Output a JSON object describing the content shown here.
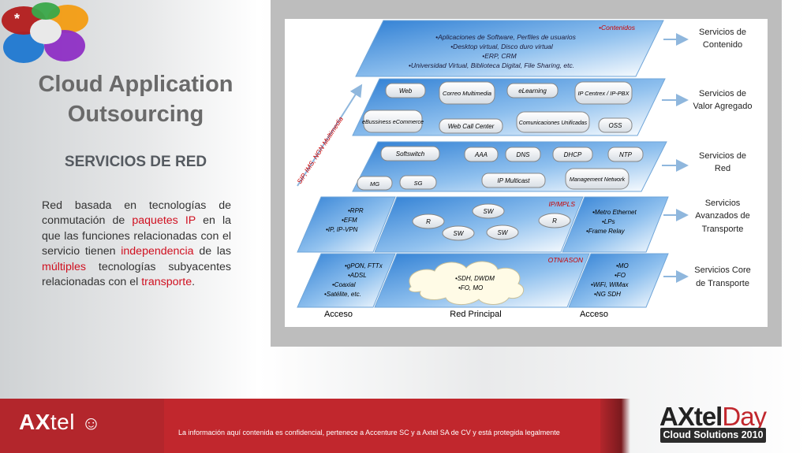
{
  "slide": {
    "marker": "*",
    "title_line1": "Cloud Application",
    "title_line2": "Outsourcing",
    "subtitle": "SERVICIOS DE RED",
    "body": {
      "t1": "Red basada en tecnologías de conmutación de ",
      "h1": "paquetes IP",
      "t2": " en la que las funciones relacionadas con el servicio tienen ",
      "h2": "independencia",
      "t3": " de las ",
      "h3": "múltiples",
      "t4": " tecnologías subyacentes relacionadas con el ",
      "h4": "transporte",
      "t5": "."
    }
  },
  "diagram": {
    "layer_contenidos": {
      "tag": "•Contenidos",
      "lines": [
        "•Aplicaciones de Software, Perfiles de usuarios",
        "•Desktop virtual, Disco duro virtual",
        "•ERP, CRM",
        "•Universidad Virtual, Biblioteca Digital, File Sharing, etc."
      ]
    },
    "layer_valor": {
      "nodes": [
        "Web",
        "Correo Multimedia",
        "eLearning",
        "IP Centrex / IP-PBX",
        "eBussiness eCommerce",
        "Web Call Center",
        "Comunicaciones Unificadas",
        "OSS"
      ]
    },
    "layer_red": {
      "nodes": [
        "Softswitch",
        "AAA",
        "DNS",
        "DHCP",
        "NTP",
        "MG",
        "SG",
        "IP Multicast",
        "Management Network"
      ]
    },
    "layer_transporte": {
      "left": [
        "•RPR",
        "•EFM",
        "•IP, IP-VPN"
      ],
      "tag": "IP/MPLS",
      "nodes": [
        "SW",
        "R",
        "SW",
        "SW",
        "R"
      ],
      "right": [
        "•Metro Ethernet",
        "•LPs",
        "•Frame Relay"
      ]
    },
    "layer_core": {
      "left": [
        "•gPON, FTTx",
        "•ADSL",
        "•Coaxial",
        "•Satélite, etc."
      ],
      "tag": "OTN/ASON",
      "cloud": [
        "•SDH, DWDM",
        "•FO, MO"
      ],
      "right": [
        "•MO",
        "•FO",
        "•WiFi, WiMax",
        "•NG SDH"
      ]
    },
    "vertical_arrow_label": "SIP, IMS, NGN Multimedia",
    "bottom_labels": [
      "Acceso",
      "Red Principal",
      "Acceso"
    ],
    "right_labels": [
      [
        "Servicios de",
        "Contenido"
      ],
      [
        "Servicios de",
        "Valor Agregado"
      ],
      [
        "Servicios de",
        "Red"
      ],
      [
        "Servicios",
        "Avanzados de",
        "Transporte"
      ],
      [
        "Servicios Core",
        "de Transporte"
      ]
    ]
  },
  "footer": {
    "disclaimer": "La información aquí  contenida es confidencial, pertenece a Accenture SC y a Axtel SA de CV y está protegida legalmente",
    "brand_left_a": "AX",
    "brand_left_b": "tel",
    "brand_right_a": "AXtel",
    "brand_right_b": "Day",
    "brand_right_tagline": "Cloud Solutions 2010"
  },
  "colors": {
    "accent_red": "#c1272d",
    "highlight_text": "#d01020",
    "layer_blue": "#4a90d9"
  }
}
